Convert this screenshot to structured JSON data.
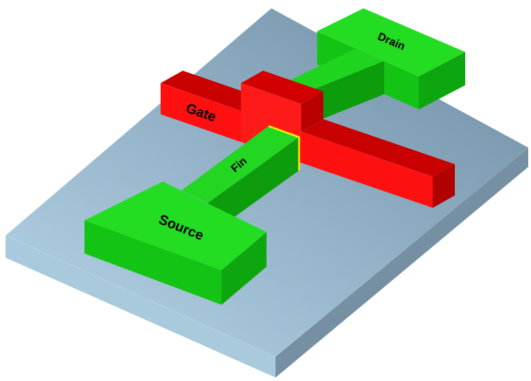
{
  "diagram": {
    "nodes": [
      {
        "text": [
          "Drain"
        ]
      },
      {
        "text": [
          "Gate"
        ]
      },
      {
        "text": [
          "Fin"
        ]
      },
      {
        "text": [
          "Source"
        ]
      }
    ]
  }
}
